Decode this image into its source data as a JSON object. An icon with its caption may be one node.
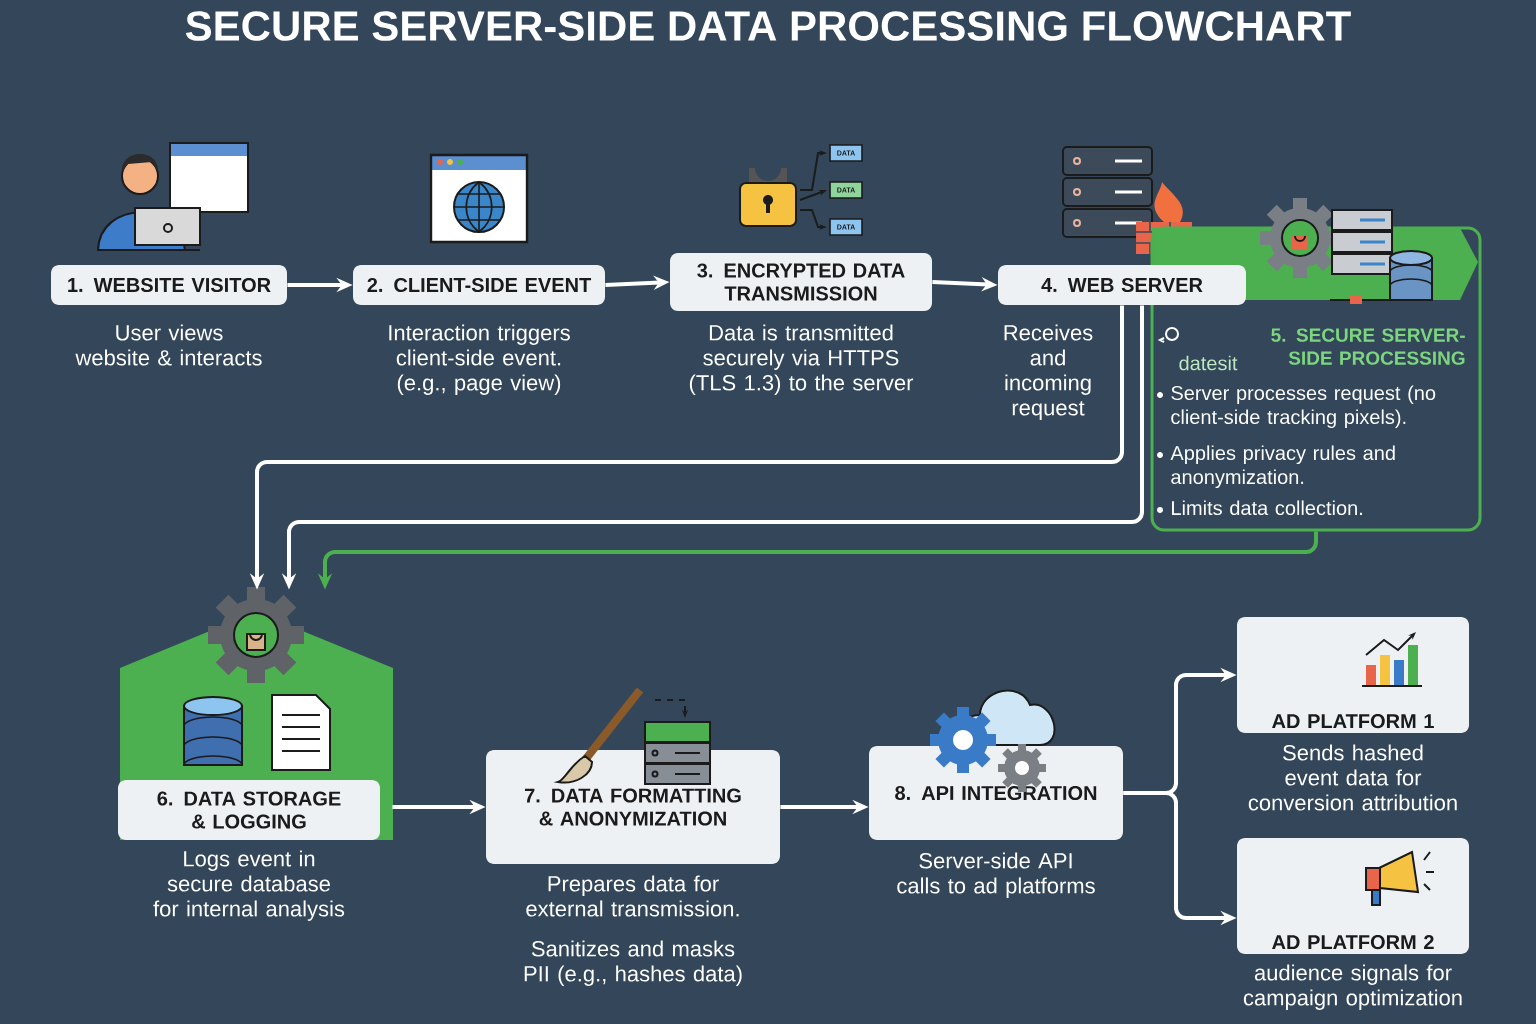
{
  "diagram": {
    "title": "SECURE SERVER-SIDE DATA PROCESSING FLOWCHART",
    "nodes": [
      {
        "text": [
          "1. WEBSITE VISITOR"
        ],
        "beside": [
          "User views website & interacts"
        ]
      },
      {
        "text": [
          "2. CLIENT-SIDE EVENT"
        ],
        "beside": [
          "Interaction triggers client-side event. (e.g., page view)"
        ]
      },
      {
        "text": [
          "3. ENCRYPTED DATA TRANSMISSION"
        ],
        "beside": [
          "Data is transmitted securely via HTTPS (TLS 1.3) to the server"
        ]
      },
      {
        "text": [
          "4. WEB SERVER"
        ],
        "beside": [
          "Receives and incoming request"
        ]
      },
      {
        "text": [
          "5. SECURE SERVER-SIDE PROCESSING",
          "Server processes request (no client-side tracking pixels).",
          "Applies privacy rules and anonymization.",
          "Limits data collection."
        ]
      },
      {
        "text": [
          "6. DATA STORAGE & LOGGING"
        ],
        "beside": [
          "Logs event in secure database for internal analysis"
        ]
      },
      {
        "text": [
          "7. DATA FORMATTING & ANONYMIZATION"
        ],
        "beside": [
          "Prepares data for external transmission.",
          "Sanitizes and masks PII (e.g., hashes data)"
        ]
      },
      {
        "text": [
          "8. API INTEGRATION"
        ],
        "beside": [
          "Server-side API calls to ad platforms"
        ]
      },
      {
        "text": [
          "AD PLATFORM 1"
        ],
        "beside": [
          "Sends hashed event data for conversion attribution"
        ]
      },
      {
        "text": [
          "AD PLATFORM 2"
        ],
        "beside": [
          "audience signals for campaign optimization"
        ]
      }
    ],
    "edges": [
      {
        "from": 0,
        "to": 1,
        "arrow": "to"
      },
      {
        "from": 1,
        "to": 2,
        "arrow": "to"
      },
      {
        "from": 2,
        "to": 3,
        "arrow": "to"
      },
      {
        "from": 3,
        "to": 5,
        "arrow": "to"
      },
      {
        "from": 3,
        "to": 5,
        "arrow": "to"
      },
      {
        "from": 4,
        "to": 5,
        "arrow": "to",
        "color": "#4caf50"
      },
      {
        "from": 5,
        "to": 6,
        "arrow": "to"
      },
      {
        "from": 6,
        "to": 7,
        "arrow": "to"
      },
      {
        "from": 7,
        "to": 8,
        "arrow": "to"
      },
      {
        "from": 7,
        "to": 9,
        "arrow": "to"
      }
    ],
    "labels": [
      "DATA",
      "DATA",
      "DATA",
      "datesit"
    ]
  }
}
